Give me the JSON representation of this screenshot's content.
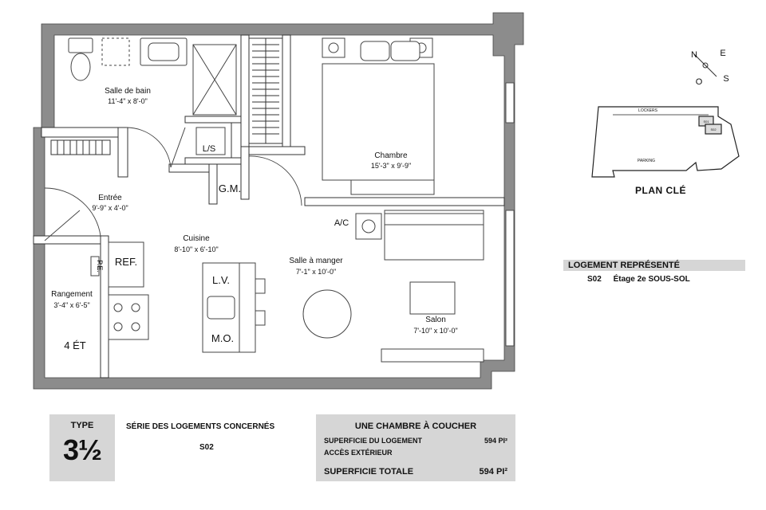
{
  "rooms": {
    "salle_de_bain": {
      "name": "Salle de bain",
      "dim": "11'-4\" x 8'-0\""
    },
    "chambre": {
      "name": "Chambre",
      "dim": "15'-3\" x 9'-9\""
    },
    "entree": {
      "name": "Entrée",
      "dim": "9'-9\" x 4'-0\""
    },
    "cuisine": {
      "name": "Cuisine",
      "dim": "8'-10\" x 6'-10\""
    },
    "salle_a_manger": {
      "name": "Salle à manger",
      "dim": "7'-1\" x 10'-0\""
    },
    "rangement": {
      "name": "Rangement",
      "dim": "3'-4\" x 6'-5\""
    },
    "salon": {
      "name": "Salon",
      "dim": "7'-10\" x 10'-0\""
    }
  },
  "fixtures": {
    "ls": "L/S",
    "gm": "G.M.",
    "ac": "A/C",
    "ref": "REF.",
    "pe": "P.E.",
    "lv": "L.V.",
    "mo": "M.O.",
    "chauffe_eau": "4 ÉT"
  },
  "compass": {
    "n": "N",
    "e": "E",
    "s": "S",
    "o": "O"
  },
  "key_plan": {
    "title": "PLAN CLÉ",
    "lockers": "LOCKERS",
    "parking": "PARKING",
    "unit_a": "S01",
    "unit_b": "S02"
  },
  "represented": {
    "title": "LOGEMENT REPRÉSENTÉ",
    "unit": "S02",
    "floor": "Étage 2e SOUS-SOL"
  },
  "table": {
    "type_label": "TYPE",
    "type_value": "3½",
    "serie_title": "SÉRIE DES LOGEMENTS CONCERNÉS",
    "serie_value": "S02",
    "bedrooms_title": "UNE CHAMBRE À COUCHER",
    "superficie_label": "SUPERFICIE DU LOGEMENT",
    "superficie_value": "594 PI²",
    "acces_label": "ACCÈS EXTÉRIEUR",
    "total_label": "SUPERFICIE TOTALE",
    "total_value": "594 PI²"
  },
  "colors": {
    "wall": "#8c8c8c",
    "line": "#222222",
    "panel": "#d6d6d6"
  }
}
